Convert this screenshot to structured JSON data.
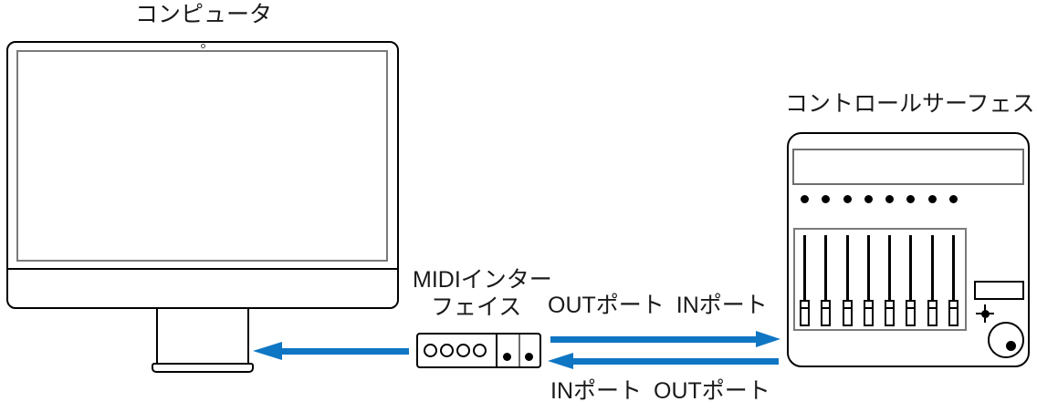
{
  "labels": {
    "computer": "コンピュータ",
    "control_surface": "コントロールサーフェス",
    "midi_interface_line1": "MIDIインター",
    "midi_interface_line2": "フェイス"
  },
  "port_labels": {
    "top": [
      "OUTポート",
      "INポート"
    ],
    "bottom": [
      "INポート",
      "OUTポート"
    ]
  },
  "counts": {
    "midi_jacks": 4,
    "leds": 8,
    "faders": 8
  },
  "colors": {
    "arrow": "#0f76c4",
    "outline": "#000000",
    "screen_border": "#7a7a7a",
    "panel_border": "#6e6e6e"
  }
}
